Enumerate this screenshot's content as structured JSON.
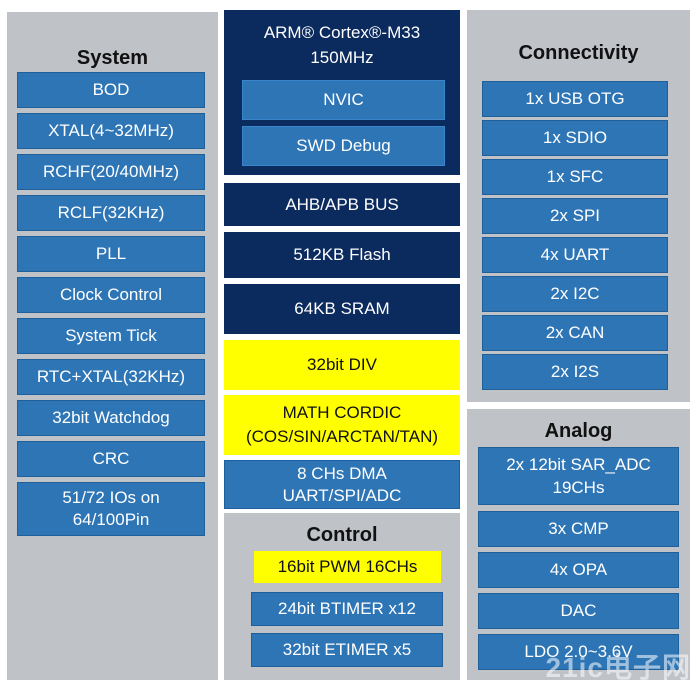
{
  "system": {
    "title": "System",
    "items": [
      "BOD",
      "XTAL(4~32MHz)",
      "RCHF(20/40MHz)",
      "RCLF(32KHz)",
      "PLL",
      "Clock Control",
      "System Tick",
      "RTC+XTAL(32KHz)",
      "32bit Watchdog",
      "CRC",
      "51/72 IOs on\n64/100Pin"
    ]
  },
  "core": {
    "title": "ARM® Cortex®-M33\n150MHz",
    "nvic": "NVIC",
    "swd": "SWD Debug",
    "bus": "AHB/APB BUS",
    "flash": "512KB Flash",
    "sram": "64KB SRAM",
    "div": "32bit DIV",
    "cordic": "MATH CORDIC\n(COS/SIN/ARCTAN/TAN)",
    "dma": "8 CHs DMA\nUART/SPI/ADC"
  },
  "control": {
    "title": "Control",
    "items": [
      "16bit PWM 16CHs",
      "24bit BTIMER x12",
      "32bit ETIMER x5"
    ]
  },
  "connectivity": {
    "title": "Connectivity",
    "items": [
      "1x USB OTG",
      "1x SDIO",
      "1x SFC",
      "2x SPI",
      "4x UART",
      "2x I2C",
      "2x CAN",
      "2x I2S"
    ]
  },
  "analog": {
    "title": "Analog",
    "items": [
      "2x 12bit SAR_ADC\n19CHs",
      "3x CMP",
      "4x OPA",
      "DAC",
      "LDO 2.0~3.6V"
    ]
  },
  "watermark": "21ic电子网",
  "colors": {
    "panel": "#bfc2c7",
    "blue": "#2e75b6",
    "navy": "#0b2a5e",
    "yellow": "#ffff00"
  }
}
